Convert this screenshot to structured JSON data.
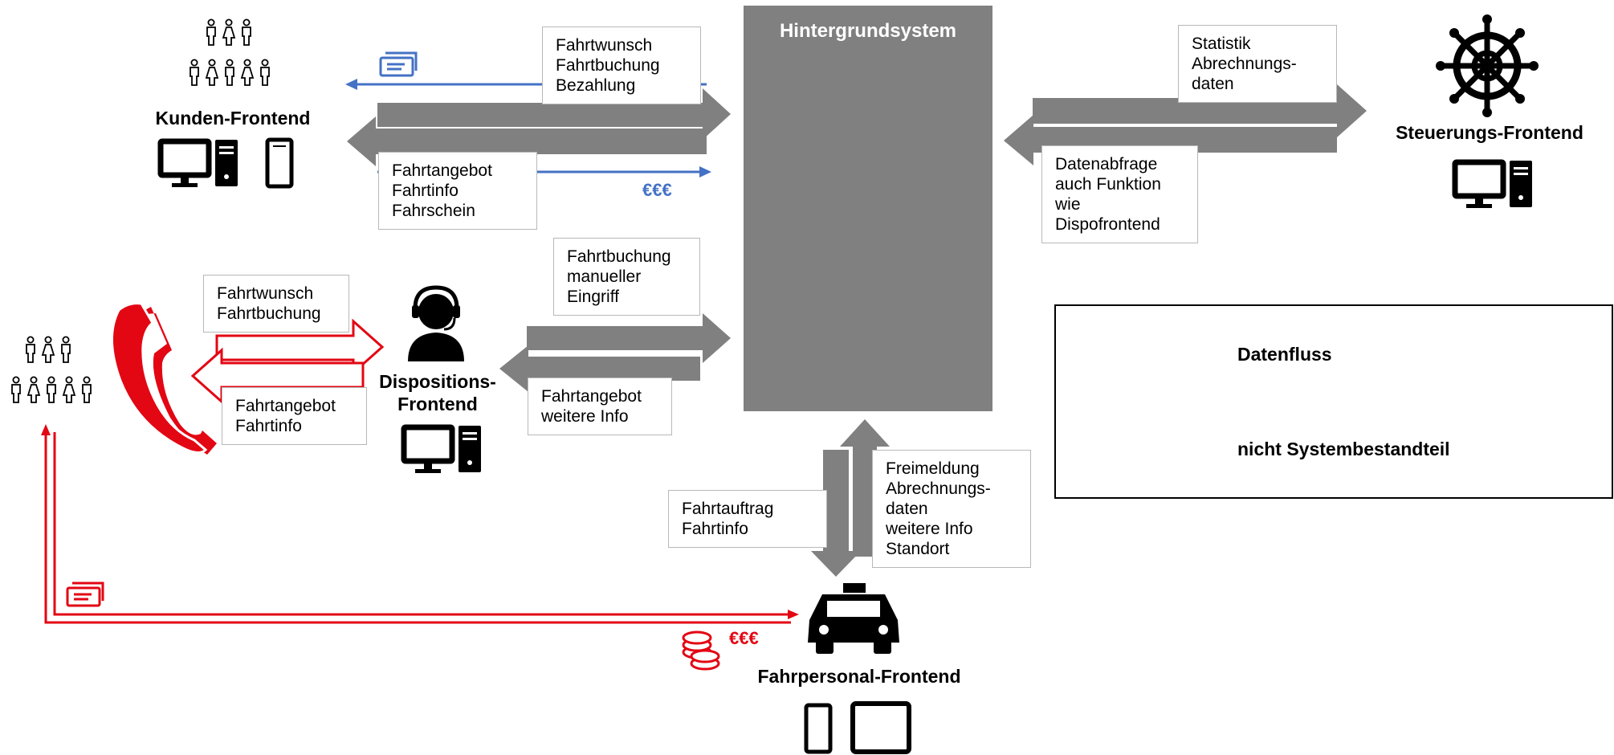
{
  "colors": {
    "flow_gray": "#808080",
    "external_red": "#e30613",
    "payment_blue": "#4472c4",
    "icon_black": "#000000"
  },
  "central": {
    "title": "Hintergrundsystem"
  },
  "nodes": {
    "customer": "Kunden-Frontend",
    "control": "Steuerungs-Frontend",
    "dispatch_line1": "Dispositions-",
    "dispatch_line2": "Frontend",
    "driver": "Fahrpersonal-Frontend"
  },
  "labels": {
    "customer_out": [
      "Fahrtwunsch",
      "Fahrtbuchung",
      "Bezahlung"
    ],
    "customer_in": [
      "Fahrtangebot",
      "Fahrtinfo",
      "Fahrschein"
    ],
    "control_out": [
      "Statistik",
      "Abrechnungs-",
      "daten"
    ],
    "control_in": [
      "Datenabfrage",
      "auch Funktion",
      "wie",
      "Dispofrontend"
    ],
    "dispatch_out": [
      "Fahrtbuchung",
      "manueller",
      "Eingriff"
    ],
    "dispatch_in": [
      "Fahrtangebot",
      "weitere Info"
    ],
    "phone_out": [
      "Fahrtwunsch",
      "Fahrtbuchung"
    ],
    "phone_in": [
      "Fahrtangebot",
      "Fahrtinfo"
    ],
    "driver_in": [
      "Fahrtauftrag",
      "Fahrtinfo"
    ],
    "driver_out": [
      "Freimeldung",
      "Abrechnungs-",
      "daten",
      "weitere Info",
      "Standort"
    ]
  },
  "payments": {
    "customer_euro": "€€€",
    "driver_euro": "€€€"
  },
  "legend": {
    "dataflow": "Datenfluss",
    "not_system": "nicht Systembestandteil"
  },
  "icons": [
    "people-group-icon",
    "desktop-computer-icon",
    "smartphone-icon",
    "ship-wheel-icon",
    "headset-operator-icon",
    "telephone-icon",
    "taxi-icon",
    "tablet-icon",
    "ticket-icon",
    "coins-icon"
  ]
}
